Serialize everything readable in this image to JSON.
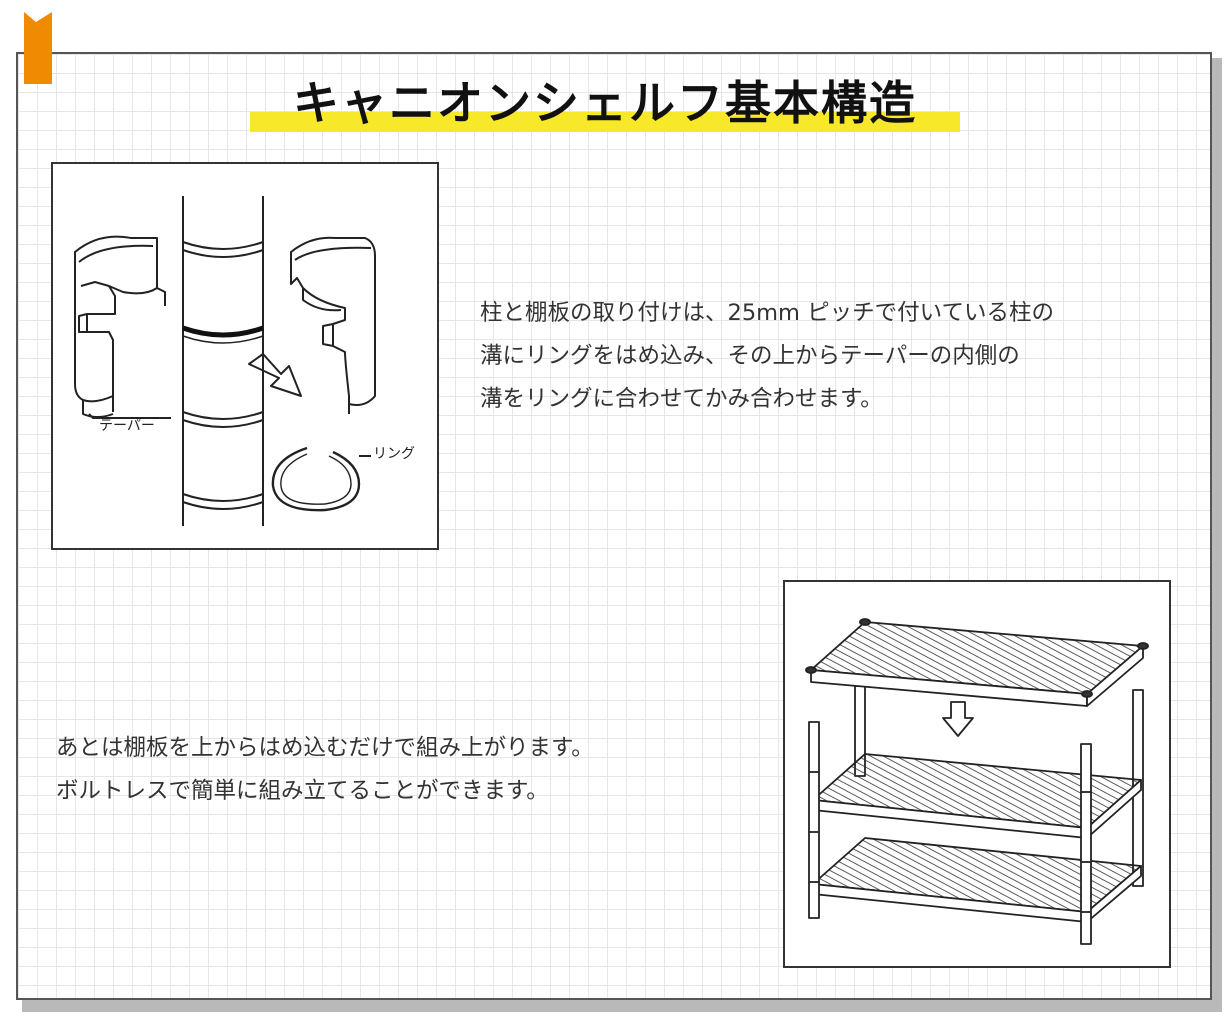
{
  "header": {
    "title": "キャニオンシェルフ基本構造"
  },
  "figure_ring": {
    "label_taper": "テーパー",
    "label_ring": "リング"
  },
  "text_ring": {
    "line1": "柱と棚板の取り付けは、25mm ピッチで付いている柱の",
    "line2": "溝にリングをはめ込み、その上からテーパーの内側の",
    "line3": "溝をリングに合わせてかみ合わせます。"
  },
  "text_shelf": {
    "line1": "あとは棚板を上からはめ込むだけで組み上がります。",
    "line2": "ボルトレスで簡単に組み立てることができます。"
  },
  "colors": {
    "accent_orange": "#f08a00",
    "highlight_yellow": "#f7e92a"
  }
}
